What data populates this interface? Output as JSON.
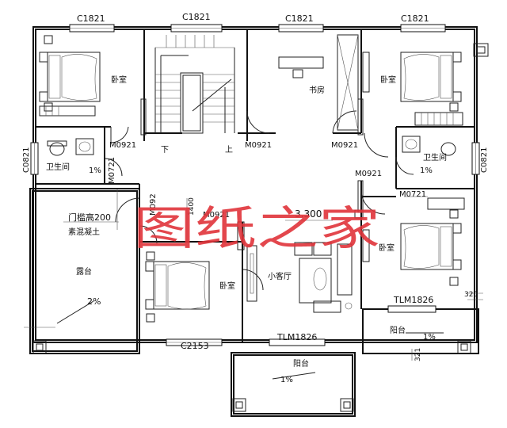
{
  "labels": {
    "w_c1821_a": "C1821",
    "w_c1821_b": "C1821",
    "w_c1821_c": "C1821",
    "w_c1821_d": "C1821",
    "w_c0821_l": "C0821",
    "w_c0821_r": "C0821",
    "w_c2153": "C2153",
    "w_tlm_lr": "TLM1826",
    "w_tlm_br": "TLM1826",
    "d_m0921_l": "M0921",
    "d_m0921_stair": "M0921",
    "d_m0921_study": "M0921",
    "d_m0921_r": "M0921",
    "d_m0721_l": "M0721",
    "d_m0721_r": "M0721",
    "d_m0921_bed": "M0921",
    "d_m092_v": "M092",
    "bed1": "卧室",
    "bed2": "卧室",
    "bed3": "卧室",
    "bed4": "卧室",
    "study": "书房",
    "bath_l": "卫生间",
    "bath_r": "卫生间",
    "pct_bath_l": "1%",
    "pct_bath_r": "1%",
    "living": "小客厅",
    "terrace": "露台",
    "threshold": "门槛高200",
    "concrete": "素混凝土",
    "pct_terrace": "2%",
    "balcony_r": "阳台",
    "balcony_b": "阳台",
    "pct_balcony_r": "1%",
    "pct_balcony_b": "1%",
    "elevation": "3.300",
    "stair_down": "下",
    "stair_up": "上",
    "dim_1400": "1400",
    "dim_320": "320",
    "dim_321": "321",
    "watermark": "图纸之家"
  },
  "colors": {
    "line": "#111111",
    "watermark": "#e0343a"
  }
}
